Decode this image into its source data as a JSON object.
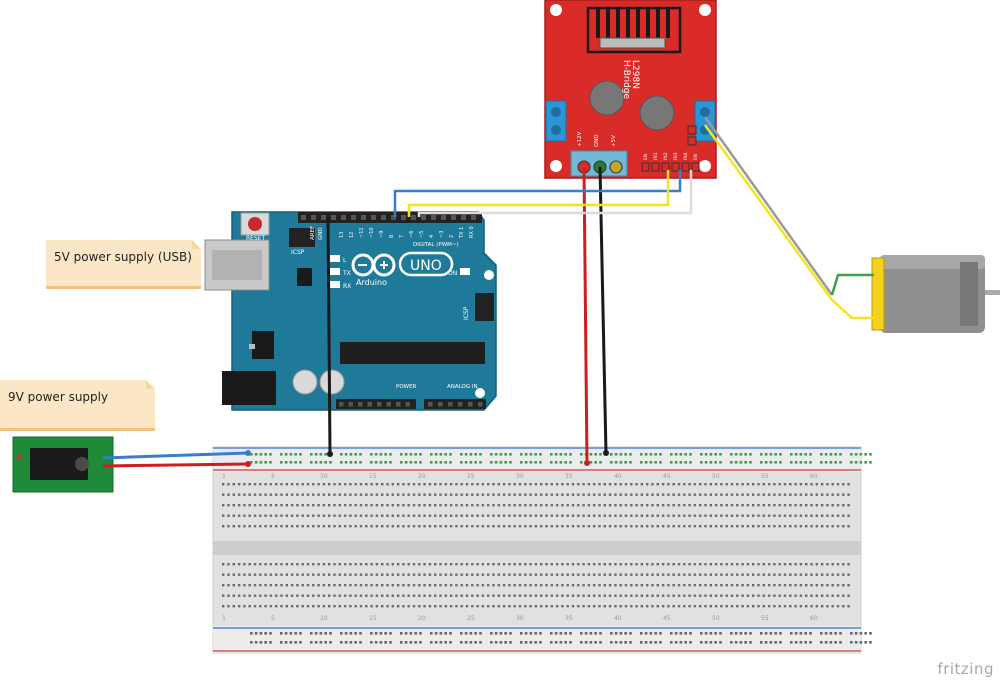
{
  "notes": {
    "usb_supply": "5V power supply (USB)",
    "battery_supply": "9V power supply"
  },
  "arduino": {
    "model_badge": "UNO",
    "brand": "Arduino",
    "reset_label": "RESET",
    "icsp_label": "ICSP",
    "icsp2_label": "ICSP",
    "aref_label": "AREF",
    "gnd_label": "GND",
    "tx_label": "TX",
    "rx_label": "RX",
    "l_label": "L",
    "on_label": "ON",
    "digital_header_label": "DIGITAL (PWM~)",
    "power_header_label": "POWER",
    "analog_header_label": "ANALOG IN",
    "digital_pin_labels": [
      "13",
      "12",
      "~11",
      "~10",
      "~9",
      "8",
      "7",
      "~6",
      "~5",
      "4",
      "~3",
      "2",
      "TX 1",
      "RX 0"
    ]
  },
  "driver": {
    "chip_label": "L298N",
    "name_label": "H-Bridge",
    "pin_12v": "+12V",
    "pin_gnd": "GND",
    "pin_5v": "+5V",
    "header_labels": [
      "EN",
      "IN1",
      "IN2",
      "IN3",
      "IN4",
      "EN"
    ]
  },
  "breadboard": {
    "column_numbers": [
      "1",
      "5",
      "10",
      "15",
      "20",
      "25",
      "30",
      "35",
      "40",
      "45",
      "50",
      "55",
      "60"
    ]
  },
  "colors": {
    "arduino_board": "#1f7a99",
    "driver_board": "#d92b28",
    "terminal_block": "#2a96d4",
    "jack_board": "#1e8a3a",
    "motor_body": "#8f8f8f",
    "motor_cap": "#f2d21a",
    "wire_red": "#cc1f1f",
    "wire_black": "#1a1a1a",
    "wire_blue": "#3a7ec8",
    "wire_yellow": "#f2e51e",
    "wire_white": "#e8e8e8",
    "wire_gray": "#9a9a9a",
    "wire_green": "#3aa14a",
    "breadboard_body": "#e1e1e1"
  },
  "brand": {
    "watermark": "fritzing"
  }
}
